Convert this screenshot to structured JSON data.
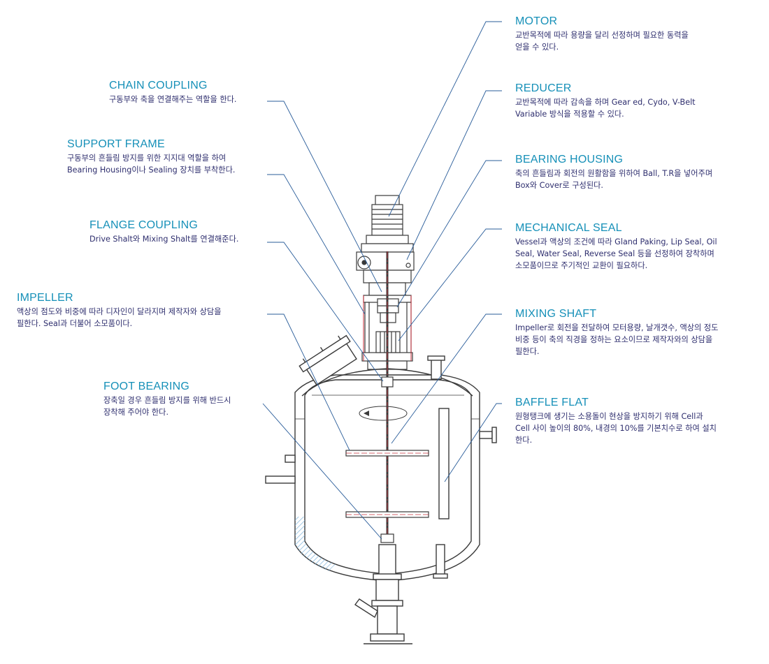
{
  "labels": {
    "chain_coupling": {
      "title": "CHAIN COUPLING",
      "desc": "구동부와 축을 연결해주는 역할을 한다."
    },
    "support_frame": {
      "title": "SUPPORT FRAME",
      "desc": "구동부의 흔들림 방지를 위한 지지대 역할을 하여\nBearing Housing이나 Sealing 장치를 부착한다."
    },
    "flange_coupling": {
      "title": "FLANGE COUPLING",
      "desc": "Drive Shalt와 Mixing Shalt를 연결해준다."
    },
    "impeller": {
      "title": "IMPELLER",
      "desc": "액상의 점도와 비중에 따라 디자인이 달라지며 제작자와 상담을\n필한다. Seal과 더불어 소모품이다."
    },
    "foot_bearing": {
      "title": "FOOT BEARING",
      "desc": "장축일 경우 흔들림 방지를 위해 반드시\n장착해 주어야 한다."
    },
    "motor": {
      "title": "MOTOR",
      "desc": "교반목적에 따라 용량을 달리 선정하며 필요한 동력을\n얻을 수 있다."
    },
    "reducer": {
      "title": "REDUCER",
      "desc": "교반목적에 따라 감속을 하며 Gear ed, Cydo, V-Belt\nVariable 방식을 적용할 수 있다."
    },
    "bearing_housing": {
      "title": "BEARING HOUSING",
      "desc": "축의 흔들림과 회전의 원활함을 위하여 Ball, T.R을 넣어주며\nBox와 Cover로 구성된다."
    },
    "mechanical_seal": {
      "title": "MECHANICAL SEAL",
      "desc": "Vessel과 액상의 조건에 따라 Gland Paking, Lip Seal, Oil\nSeal, Water Seal, Reverse Seal 등을 선정하여 장착하며\n소모품이므로 주기적인 교환이 필요하다."
    },
    "mixing_shaft": {
      "title": "MIXING SHAFT",
      "desc": "Impeller로 회전을 전달하여 모터용량, 날개갯수, 액상의 정도\n비중 등이 축의 직경을 정하는 요소이므로 제작자와의 상담을\n필한다."
    },
    "baffle_flat": {
      "title": "BAFFLE FLAT",
      "desc": "원형탱크에 생기는 소용돌이 현상을 방지하기 위해 Cell과\nCell 사이 높이의 80%, 내경의 10%를 기본치수로 하여 설치\n한다."
    }
  },
  "colors": {
    "title": "#1690b8",
    "desc": "#2e2e6e",
    "leader": "#2a5d9a",
    "drawing": "#3a3a3a",
    "accent_red": "#c8323c",
    "hatch": "#7ab0d8"
  }
}
